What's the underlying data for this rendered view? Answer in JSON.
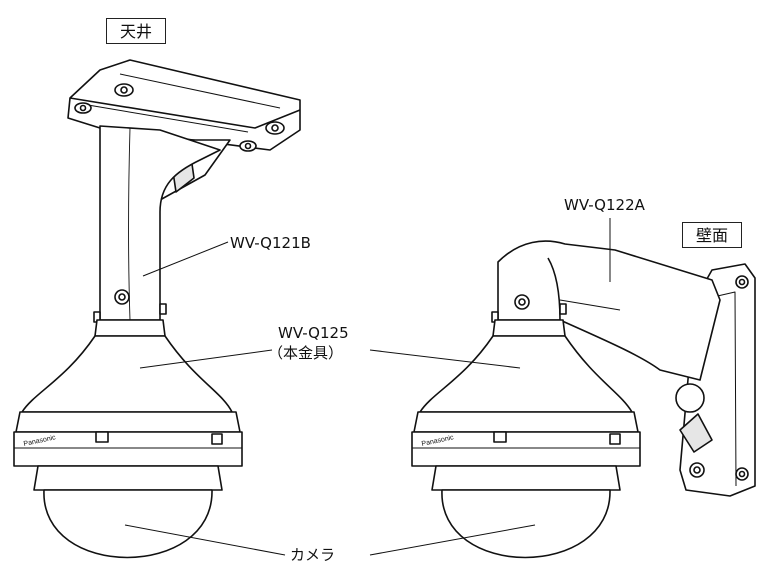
{
  "labels": {
    "ceiling": "天井",
    "wall": "壁面",
    "ceiling_mount": "WV-Q121B",
    "wall_mount": "WV-Q122A",
    "main_bracket_model": "WV-Q125",
    "main_bracket_name": "（本金具）",
    "camera": "カメラ",
    "brand_left": "Panasonic",
    "brand_right": "Panasonic"
  },
  "colors": {
    "line": "#111111",
    "fill": "#ffffff",
    "shade": "#e6e6e6"
  }
}
